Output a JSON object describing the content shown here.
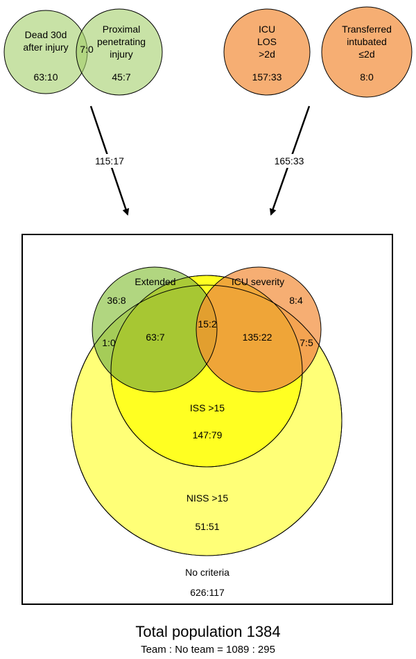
{
  "top_left": {
    "circle_a": {
      "label": [
        "Dead 30d",
        "after injury"
      ],
      "count": "63:10"
    },
    "overlap": "7:0",
    "circle_b": {
      "label": [
        "Proximal",
        "penetrating",
        "injury"
      ],
      "count": "45:7"
    },
    "arrow_label": "115:17"
  },
  "top_right": {
    "circle_a": {
      "label": [
        "ICU",
        "LOS",
        ">2d"
      ],
      "count": "157:33"
    },
    "circle_b": {
      "label": [
        "Transferred",
        "intubated",
        "≤2d"
      ],
      "count": "8:0"
    },
    "arrow_label": "165:33"
  },
  "main": {
    "extended": {
      "label": "Extended",
      "only": "36:8",
      "niss_only": "1:0",
      "with_iss": "63:7"
    },
    "icu_severity": {
      "label": "ICU severity",
      "only": "8:4",
      "niss_only": "7:5",
      "with_iss": "135:22"
    },
    "triple_overlap": "15:2",
    "iss": {
      "label": "ISS >15",
      "count": "147:79"
    },
    "niss": {
      "label": "NISS >15",
      "count": "51:51"
    },
    "no_criteria": {
      "label": "No criteria",
      "count": "626:117"
    }
  },
  "footer": {
    "title": "Total population 1384",
    "subtitle": "Team : No team = 1089 : 295"
  },
  "colors": {
    "green": "#a3cf6a",
    "orange": "#f5a05a",
    "yellow": "#ffff22",
    "niss_yellow": "#ffff77",
    "stroke": "#000000"
  }
}
